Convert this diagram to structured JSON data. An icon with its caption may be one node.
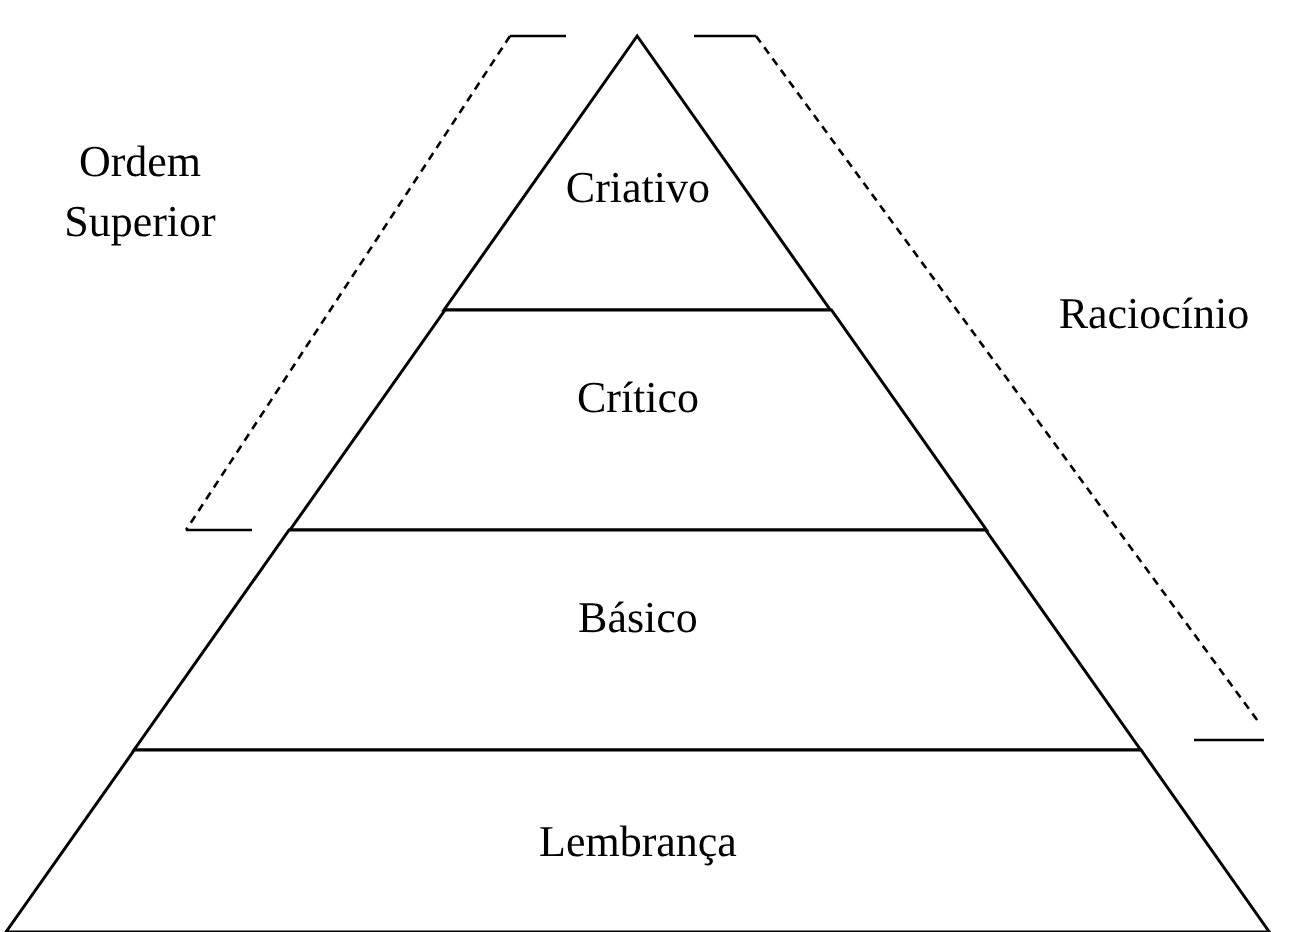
{
  "diagram": {
    "nodes": [
      {
        "text": [
          "Criativo"
        ]
      },
      {
        "text": [
          "Crítico"
        ]
      },
      {
        "text": [
          "Básico"
        ]
      },
      {
        "text": [
          "Lembrança"
        ]
      }
    ],
    "labels": [
      "Ordem Superior",
      "Raciocínio"
    ]
  }
}
